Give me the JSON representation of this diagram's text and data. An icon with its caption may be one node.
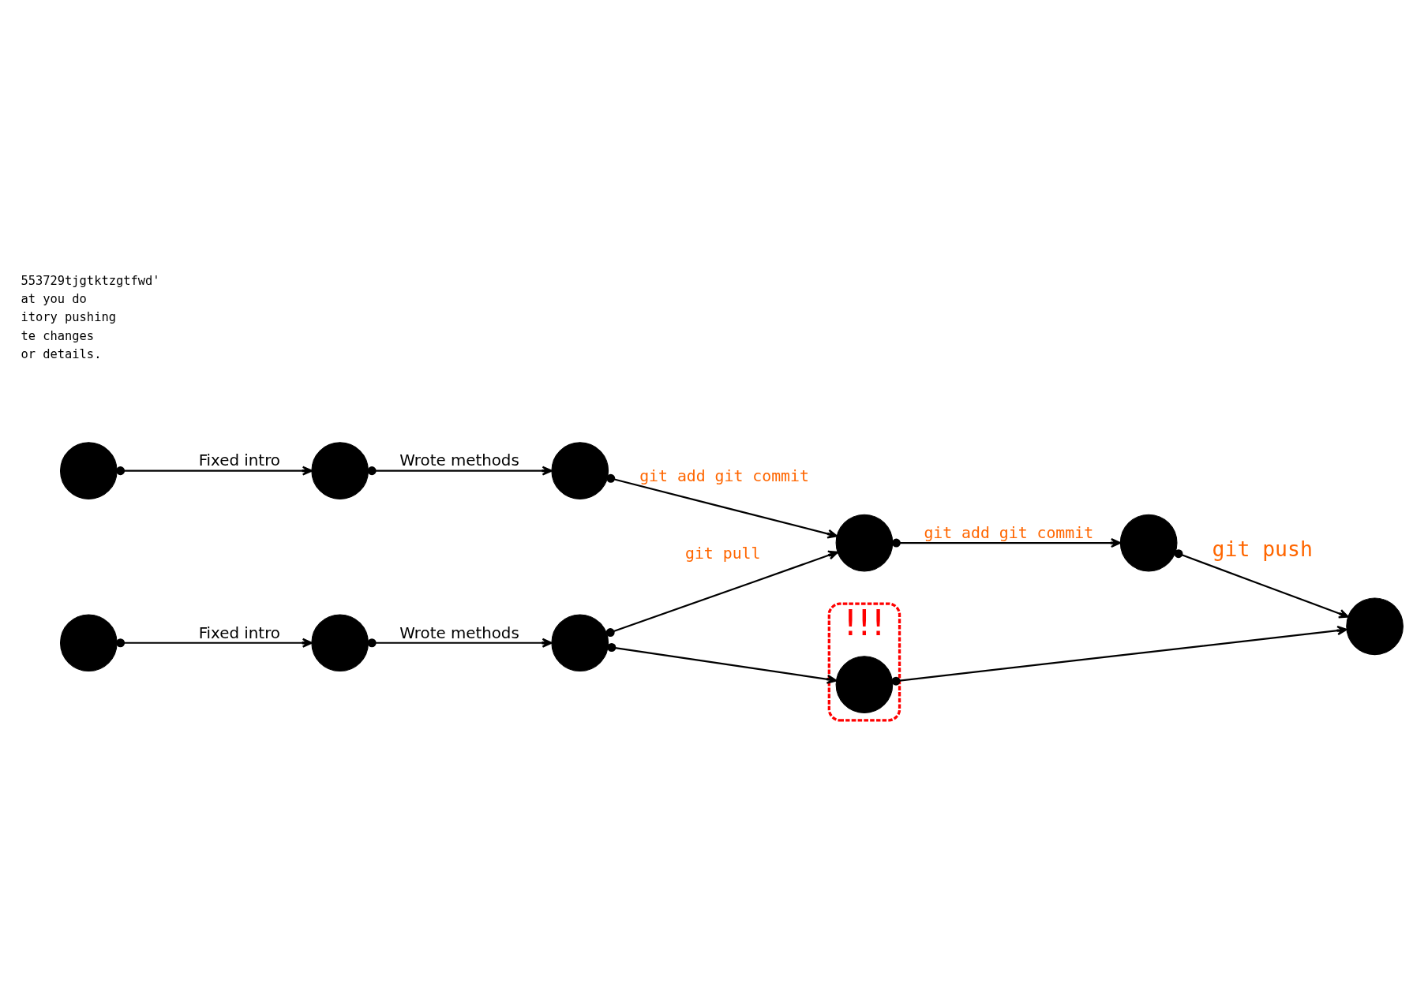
{
  "diagram": {
    "nodes": [
      {
        "text": [],
        "shape": "circle"
      },
      {
        "text": [],
        "shape": "circle"
      },
      {
        "text": [],
        "shape": "circle"
      },
      {
        "text": [],
        "shape": "circle"
      },
      {
        "text": [],
        "shape": "circle"
      },
      {
        "text": [],
        "shape": "circle"
      },
      {
        "text": [],
        "shape": "circle"
      },
      {
        "text": [],
        "shape": "circle"
      },
      {
        "text": [
          "!!!"
        ]
      },
      {
        "text": [],
        "shape": "circle",
        "in": 8
      },
      {
        "text": [],
        "shape": "circle"
      }
    ],
    "edges": [
      {
        "from": 0,
        "to": 1,
        "arrow": "to",
        "label": "Fixed intro"
      },
      {
        "from": 1,
        "to": 2,
        "arrow": "to",
        "label": "Wrote methods"
      },
      {
        "from": 2,
        "to": 3,
        "arrow": "to",
        "label": "git add git commit"
      },
      {
        "from": 3,
        "to": 4,
        "arrow": "to",
        "label": "git add git commit"
      },
      {
        "from": 5,
        "to": 6,
        "arrow": "to",
        "label": "Fixed intro"
      },
      {
        "from": 6,
        "to": 7,
        "arrow": "to",
        "label": "Wrote methods"
      },
      {
        "from": 7,
        "to": 3,
        "arrow": "to",
        "label": "git pull"
      },
      {
        "from": 4,
        "to": 10,
        "arrow": "to",
        "label": "git push"
      },
      {
        "from": 7,
        "to": 9,
        "arrow": "to"
      },
      {
        "from": 9,
        "to": 10,
        "arrow": "to"
      }
    ],
    "labels": [
      "553729tjgtktzgtfwd'",
      "at you do",
      "itory pushing",
      "te changes",
      "or details."
    ]
  }
}
